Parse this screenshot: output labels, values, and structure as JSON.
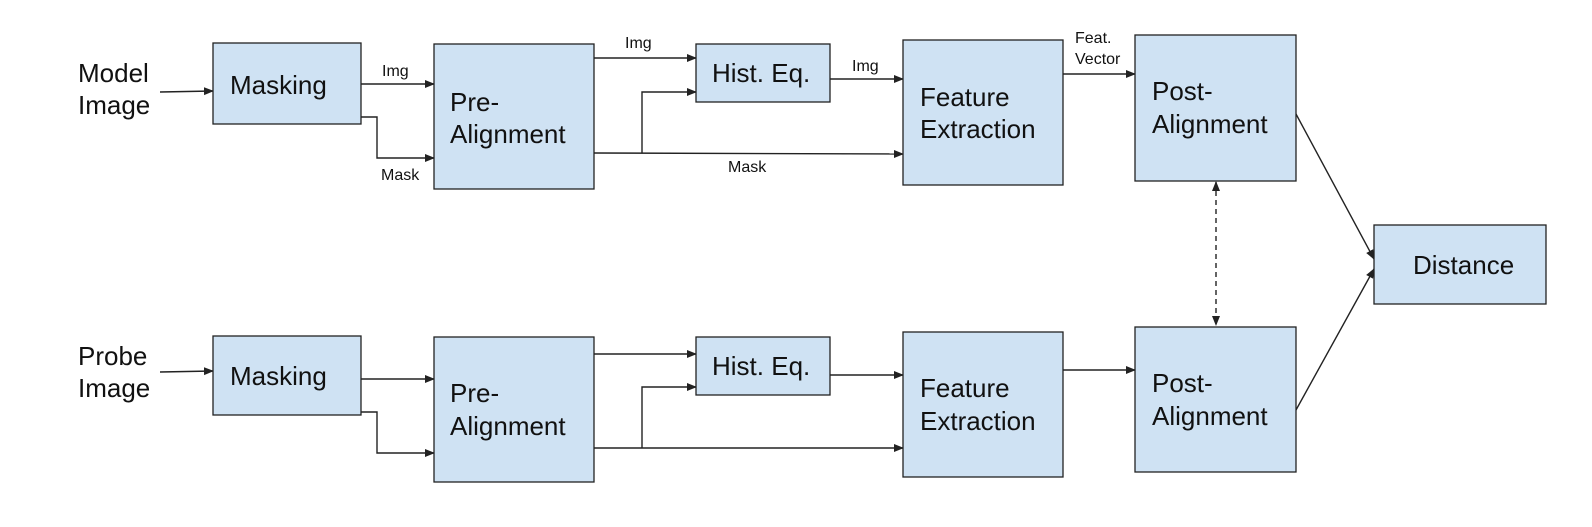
{
  "inputs": {
    "model": [
      "Model",
      "Image"
    ],
    "probe": [
      "Probe",
      "Image"
    ]
  },
  "nodes": {
    "masking_top": [
      "Masking"
    ],
    "prealign_top": [
      "Pre-",
      "Alignment"
    ],
    "histeq_top": [
      "Hist. Eq."
    ],
    "feature_top": [
      "Feature",
      "Extraction"
    ],
    "postalign_top": [
      "Post-",
      "Alignment"
    ],
    "distance": [
      "Distance"
    ],
    "masking_bottom": [
      "Masking"
    ],
    "prealign_bottom": [
      "Pre-",
      "Alignment"
    ],
    "histeq_bottom": [
      "Hist. Eq."
    ],
    "feature_bottom": [
      "Feature",
      "Extraction"
    ],
    "postalign_bottom": [
      "Post-",
      "Alignment"
    ]
  },
  "edge_labels": {
    "img_mask_to_prealign": "Img",
    "mask_mask_to_prealign": "Mask",
    "img_prealign_to_histeq": "Img",
    "img_histeq_to_feature": "Img",
    "mask_prealign_to_feature": "Mask",
    "feat_vector": [
      "Feat.",
      "Vector"
    ]
  },
  "colors": {
    "box_fill": "#cfe2f3",
    "stroke": "#222222"
  }
}
